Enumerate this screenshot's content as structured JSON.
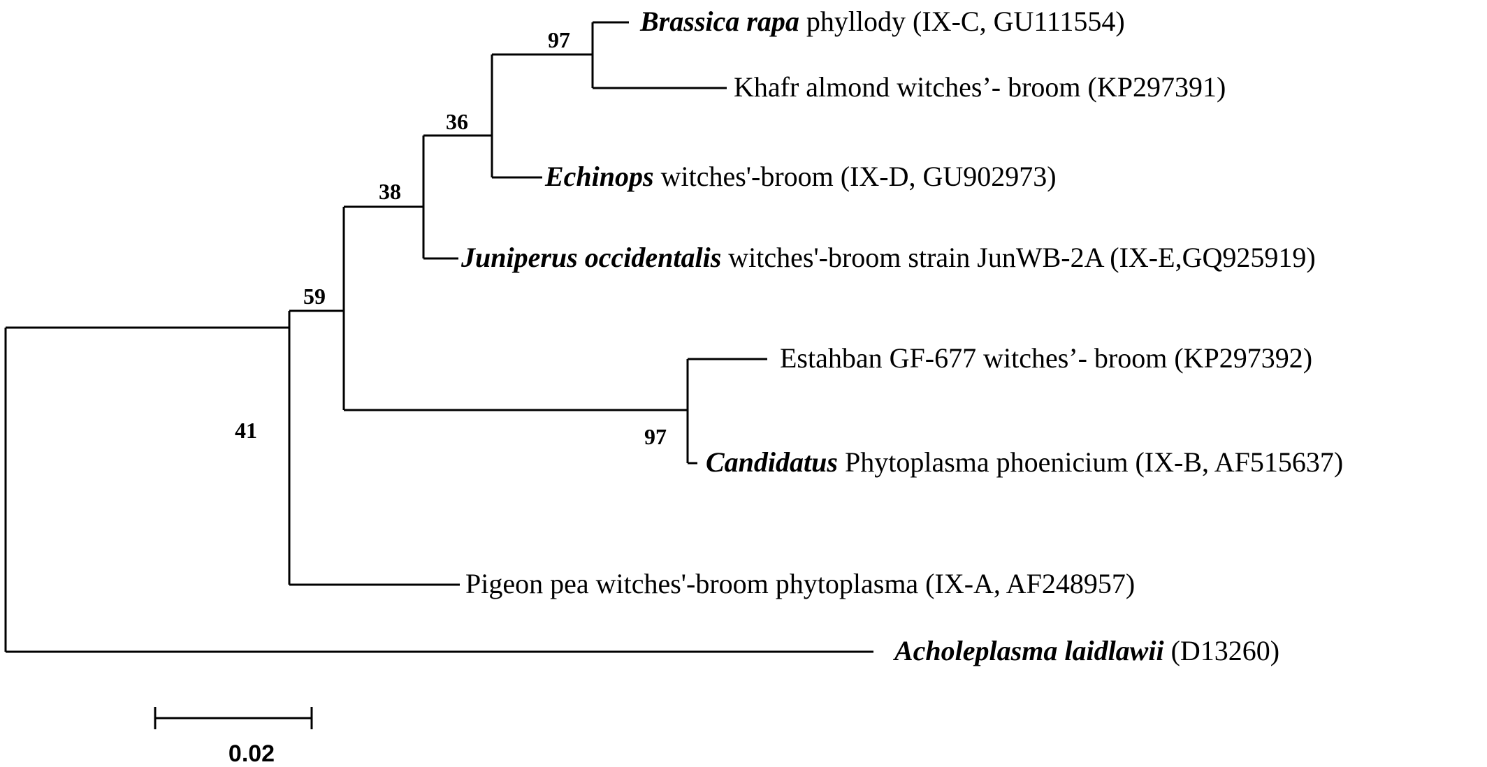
{
  "tree": {
    "taxa": [
      {
        "id": "brassica",
        "italic": "Brassica rapa",
        "rest": " phyllody (IX-C, GU111554)"
      },
      {
        "id": "khafr",
        "italic": "",
        "rest": "Khafr almond witches’- broom (KP297391)"
      },
      {
        "id": "echinops",
        "italic": "Echinops",
        "rest": " witches'-broom (IX-D, GU902973)"
      },
      {
        "id": "juniperus",
        "italic": "Juniperus occidentalis",
        "rest": " witches'-broom strain JunWB-2A (IX-E,GQ925919)"
      },
      {
        "id": "estahban",
        "italic": "",
        "rest": "Estahban GF-677 witches’- broom (KP297392)"
      },
      {
        "id": "candidatus",
        "italic": "Candidatus",
        "rest": " Phytoplasma phoenicium (IX-B, AF515637)"
      },
      {
        "id": "pigeon",
        "italic": "",
        "rest": "Pigeon pea witches'-broom phytoplasma (IX-A, AF248957)"
      },
      {
        "id": "acholeplasma",
        "italic": "Acholeplasma laidlawii",
        "rest": " (D13260)"
      }
    ],
    "bootstrap": {
      "root": "41",
      "ingroup": "59",
      "n38": "38",
      "n36": "36",
      "n97a": "97",
      "n97b": "97"
    },
    "scale_bar": {
      "label": "0.02"
    }
  }
}
